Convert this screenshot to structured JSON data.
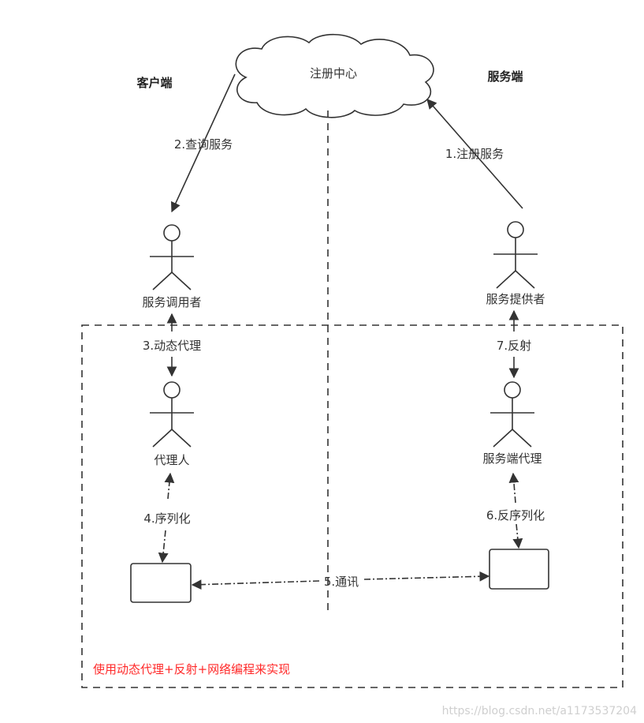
{
  "sides": {
    "client": "客户端",
    "server": "服务端"
  },
  "nodes": {
    "registry": "注册中心",
    "caller": "服务调用者",
    "provider": "服务提供者",
    "proxy": "代理人",
    "server_proxy": "服务端代理"
  },
  "edges": {
    "register": "1.注册服务",
    "query": "2.查询服务",
    "dynamic_proxy": "3.动态代理",
    "serialize": "4.序列化",
    "communicate": "5.通讯",
    "deserialize": "6.反序列化",
    "reflect": "7.反射"
  },
  "note": "使用动态代理+反射+网络编程来实现",
  "watermark": "https://blog.csdn.net/a1173537204",
  "colors": {
    "stroke": "#333333",
    "note": "#ff2a2a",
    "watermark": "#cfcfcf"
  }
}
